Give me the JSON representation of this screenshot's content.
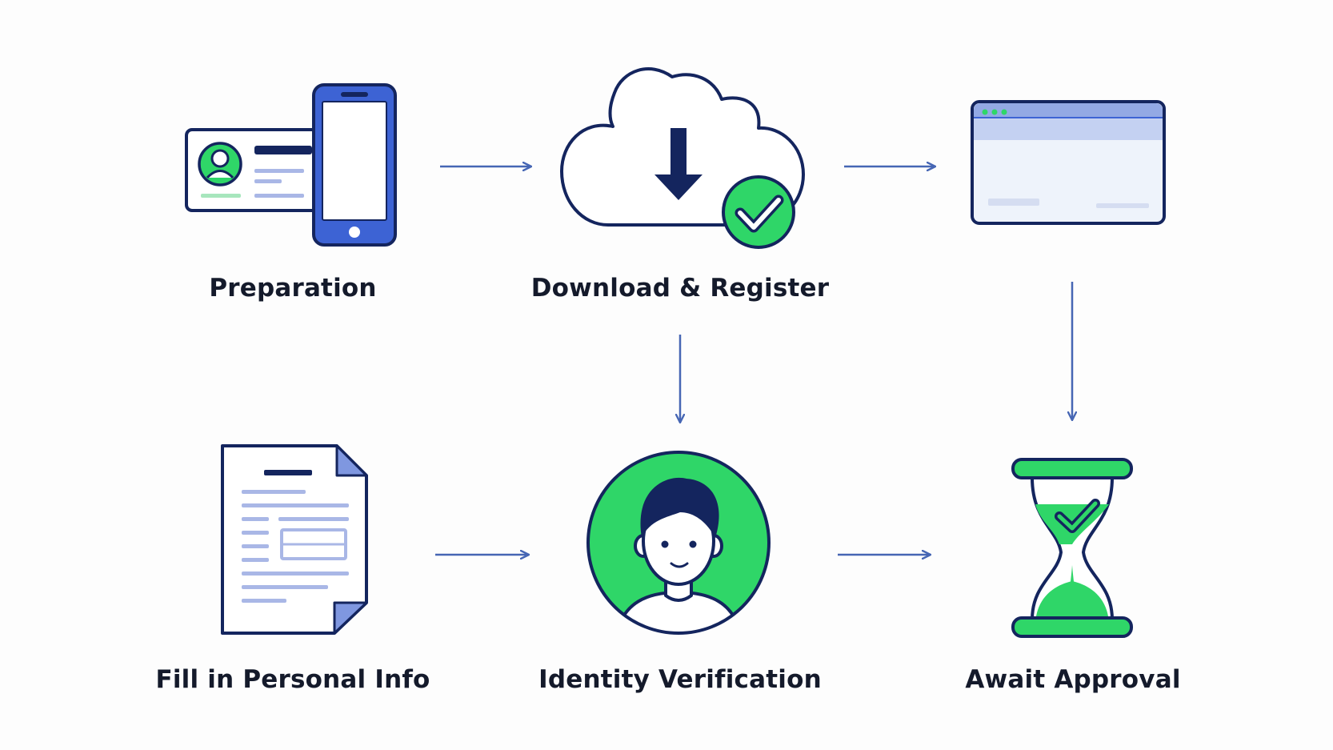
{
  "colors": {
    "navy": "#14255e",
    "blue": "#3d63d4",
    "blue_light": "#a9b7e6",
    "green": "#2fd668",
    "green_light": "#a7e6bd",
    "arrow": "#4666b4",
    "screen_fill": "#eef3fb",
    "label": "#141a2b"
  },
  "steps": [
    {
      "label": "Preparation",
      "icon": "id-card-phone-icon"
    },
    {
      "label": "Download & Register",
      "icon": "cloud-download-check-icon"
    },
    {
      "label": "",
      "icon": "browser-window-icon"
    },
    {
      "label": "Fill in Personal Info",
      "icon": "document-form-icon"
    },
    {
      "label": "Identity Verification",
      "icon": "face-verification-icon"
    },
    {
      "label": "Await Approval",
      "icon": "hourglass-check-icon"
    }
  ]
}
